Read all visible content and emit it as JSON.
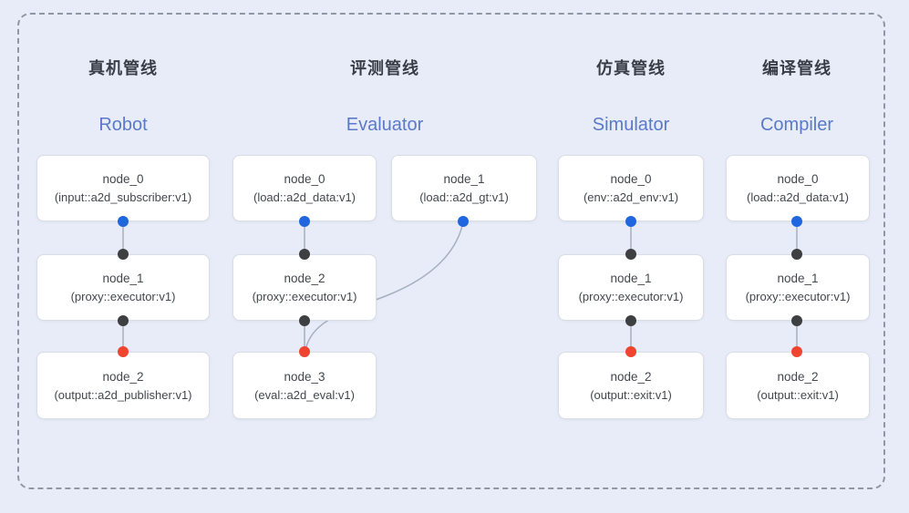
{
  "diagram": {
    "pipelines": [
      {
        "title_zh": "真机管线",
        "title_en": "Robot",
        "nodes": [
          {
            "name": "node_0",
            "type": "(input::a2d_subscriber:v1)"
          },
          {
            "name": "node_1",
            "type": "(proxy::executor:v1)"
          },
          {
            "name": "node_2",
            "type": "(output::a2d_publisher:v1)"
          }
        ]
      },
      {
        "title_zh": "评测管线",
        "title_en": "Evaluator",
        "nodes": [
          {
            "name": "node_0",
            "type": "(load::a2d_data:v1)"
          },
          {
            "name": "node_1",
            "type": "(load::a2d_gt:v1)"
          },
          {
            "name": "node_2",
            "type": "(proxy::executor:v1)"
          },
          {
            "name": "node_3",
            "type": "(eval::a2d_eval:v1)"
          }
        ]
      },
      {
        "title_zh": "仿真管线",
        "title_en": "Simulator",
        "nodes": [
          {
            "name": "node_0",
            "type": "(env::a2d_env:v1)"
          },
          {
            "name": "node_1",
            "type": "(proxy::executor:v1)"
          },
          {
            "name": "node_2",
            "type": "(output::exit:v1)"
          }
        ]
      },
      {
        "title_zh": "编译管线",
        "title_en": "Compiler",
        "nodes": [
          {
            "name": "node_0",
            "type": "(load::a2d_data:v1)"
          },
          {
            "name": "node_1",
            "type": "(proxy::executor:v1)"
          },
          {
            "name": "node_2",
            "type": "(output::exit:v1)"
          }
        ]
      }
    ]
  },
  "colors": {
    "page_bg": "#e8ecf8",
    "frame_dash": "#8f97a4",
    "card_bg": "#ffffff",
    "card_border": "#d9dde4",
    "node_text": "#43474d",
    "title_zh": "#383d47",
    "title_en": "#5a79c8",
    "dot_blue": "#1f66df",
    "dot_black": "#3e3f41",
    "dot_red": "#ee4430",
    "link_line": "#a6b0c1"
  }
}
